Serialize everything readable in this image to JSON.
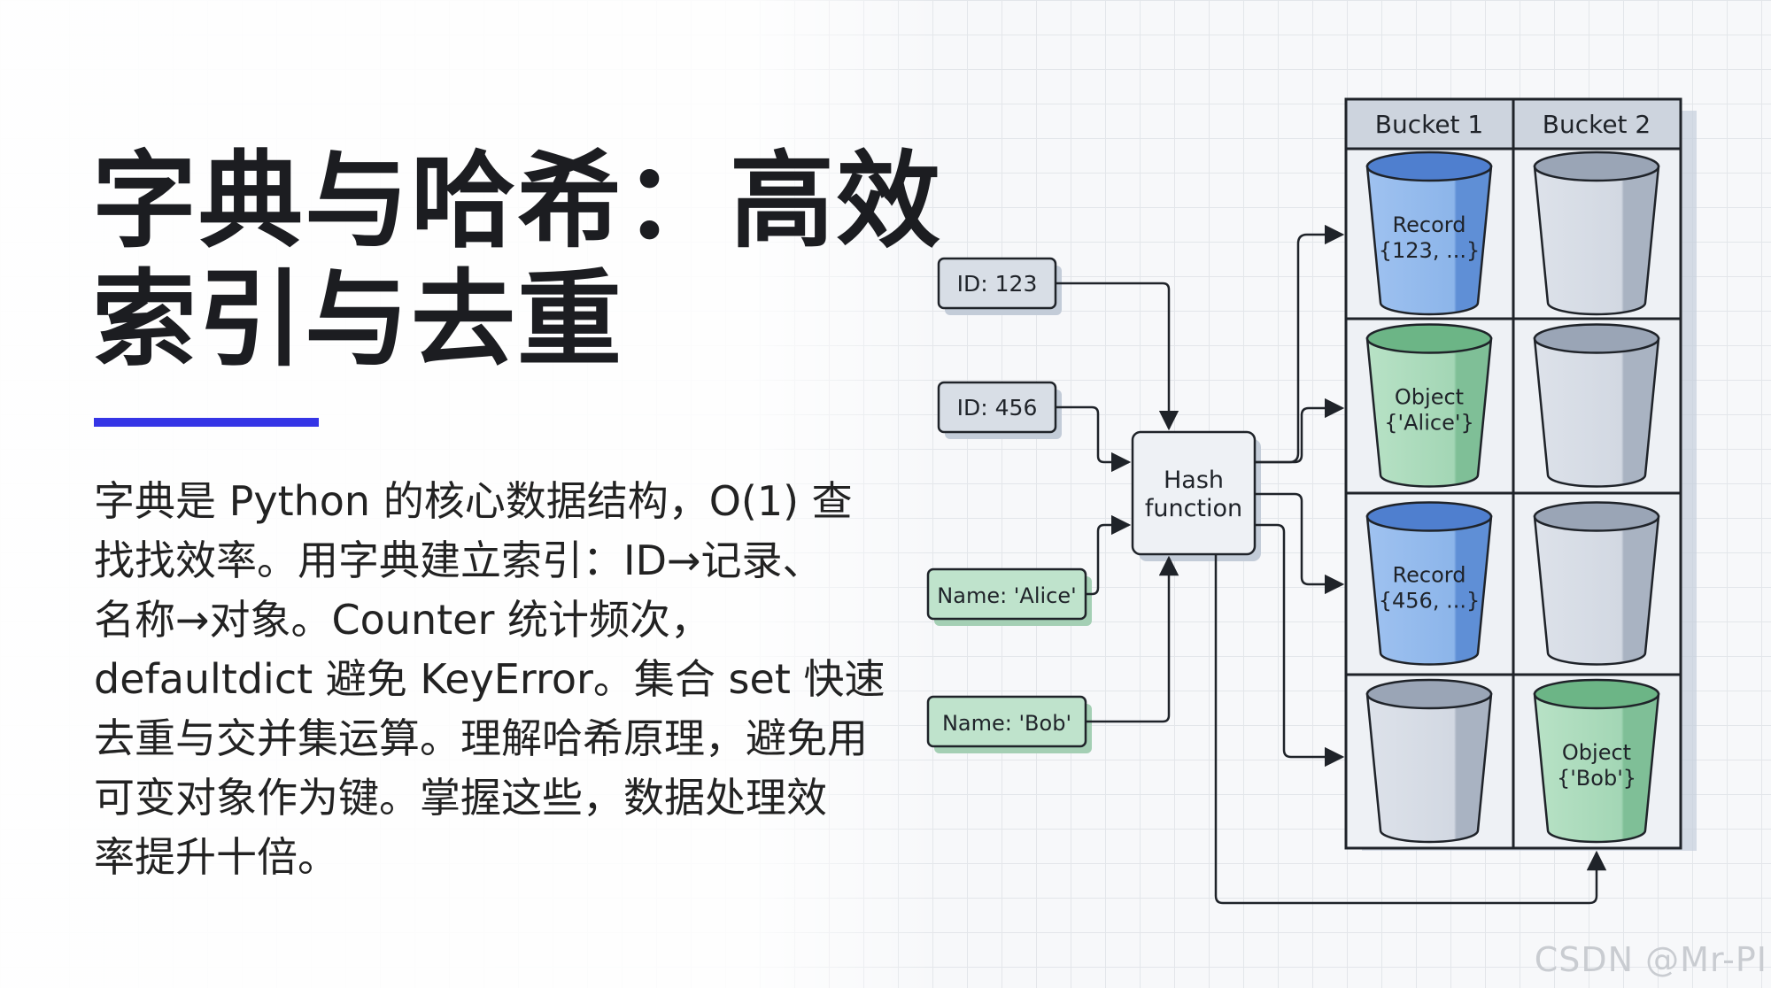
{
  "title": {
    "line1": "字典与哈希：高效",
    "line2": "索引与去重"
  },
  "body": {
    "lines": [
      "字典是 Python 的核心数据结构，O(1) 查",
      "找找效率。用字典建立索引：ID→记录、",
      "名称→对象。Counter 统计频次，",
      "defaultdict 避免 KeyError。集合 set 快速",
      "去重与交并集运算。理解哈希原理，避免用",
      "可变对象作为键。掌握这些，数据处理效",
      "率提升十倍。"
    ]
  },
  "diagram": {
    "inputs": [
      "ID: 123",
      "ID: 456",
      "Name: 'Alice'",
      "Name: 'Bob'"
    ],
    "hash_function": [
      "Hash",
      "function"
    ],
    "buckets": [
      "Bucket 1",
      "Bucket 2"
    ],
    "cells": [
      {
        "row": 1,
        "col": 1,
        "kind": "record",
        "lines": [
          "Record",
          "{123, ...}"
        ]
      },
      {
        "row": 1,
        "col": 2,
        "kind": "empty",
        "lines": []
      },
      {
        "row": 2,
        "col": 1,
        "kind": "object",
        "lines": [
          "Object",
          "{'Alice'}"
        ]
      },
      {
        "row": 2,
        "col": 2,
        "kind": "empty",
        "lines": []
      },
      {
        "row": 3,
        "col": 1,
        "kind": "record",
        "lines": [
          "Record",
          "{456, ...}"
        ]
      },
      {
        "row": 3,
        "col": 2,
        "kind": "empty",
        "lines": []
      },
      {
        "row": 4,
        "col": 1,
        "kind": "empty",
        "lines": []
      },
      {
        "row": 4,
        "col": 2,
        "kind": "object",
        "lines": [
          "Object",
          "{'Bob'}"
        ]
      }
    ]
  },
  "colors": {
    "accent": "#3535e6",
    "record_blue": "#5b8fdc",
    "object_green": "#8fcaa6",
    "empty_gray": "#c4ccd8",
    "input_gray": "#d8dee6",
    "input_green": "#bfe3cc"
  },
  "watermark": "CSDN @Mr-PI"
}
